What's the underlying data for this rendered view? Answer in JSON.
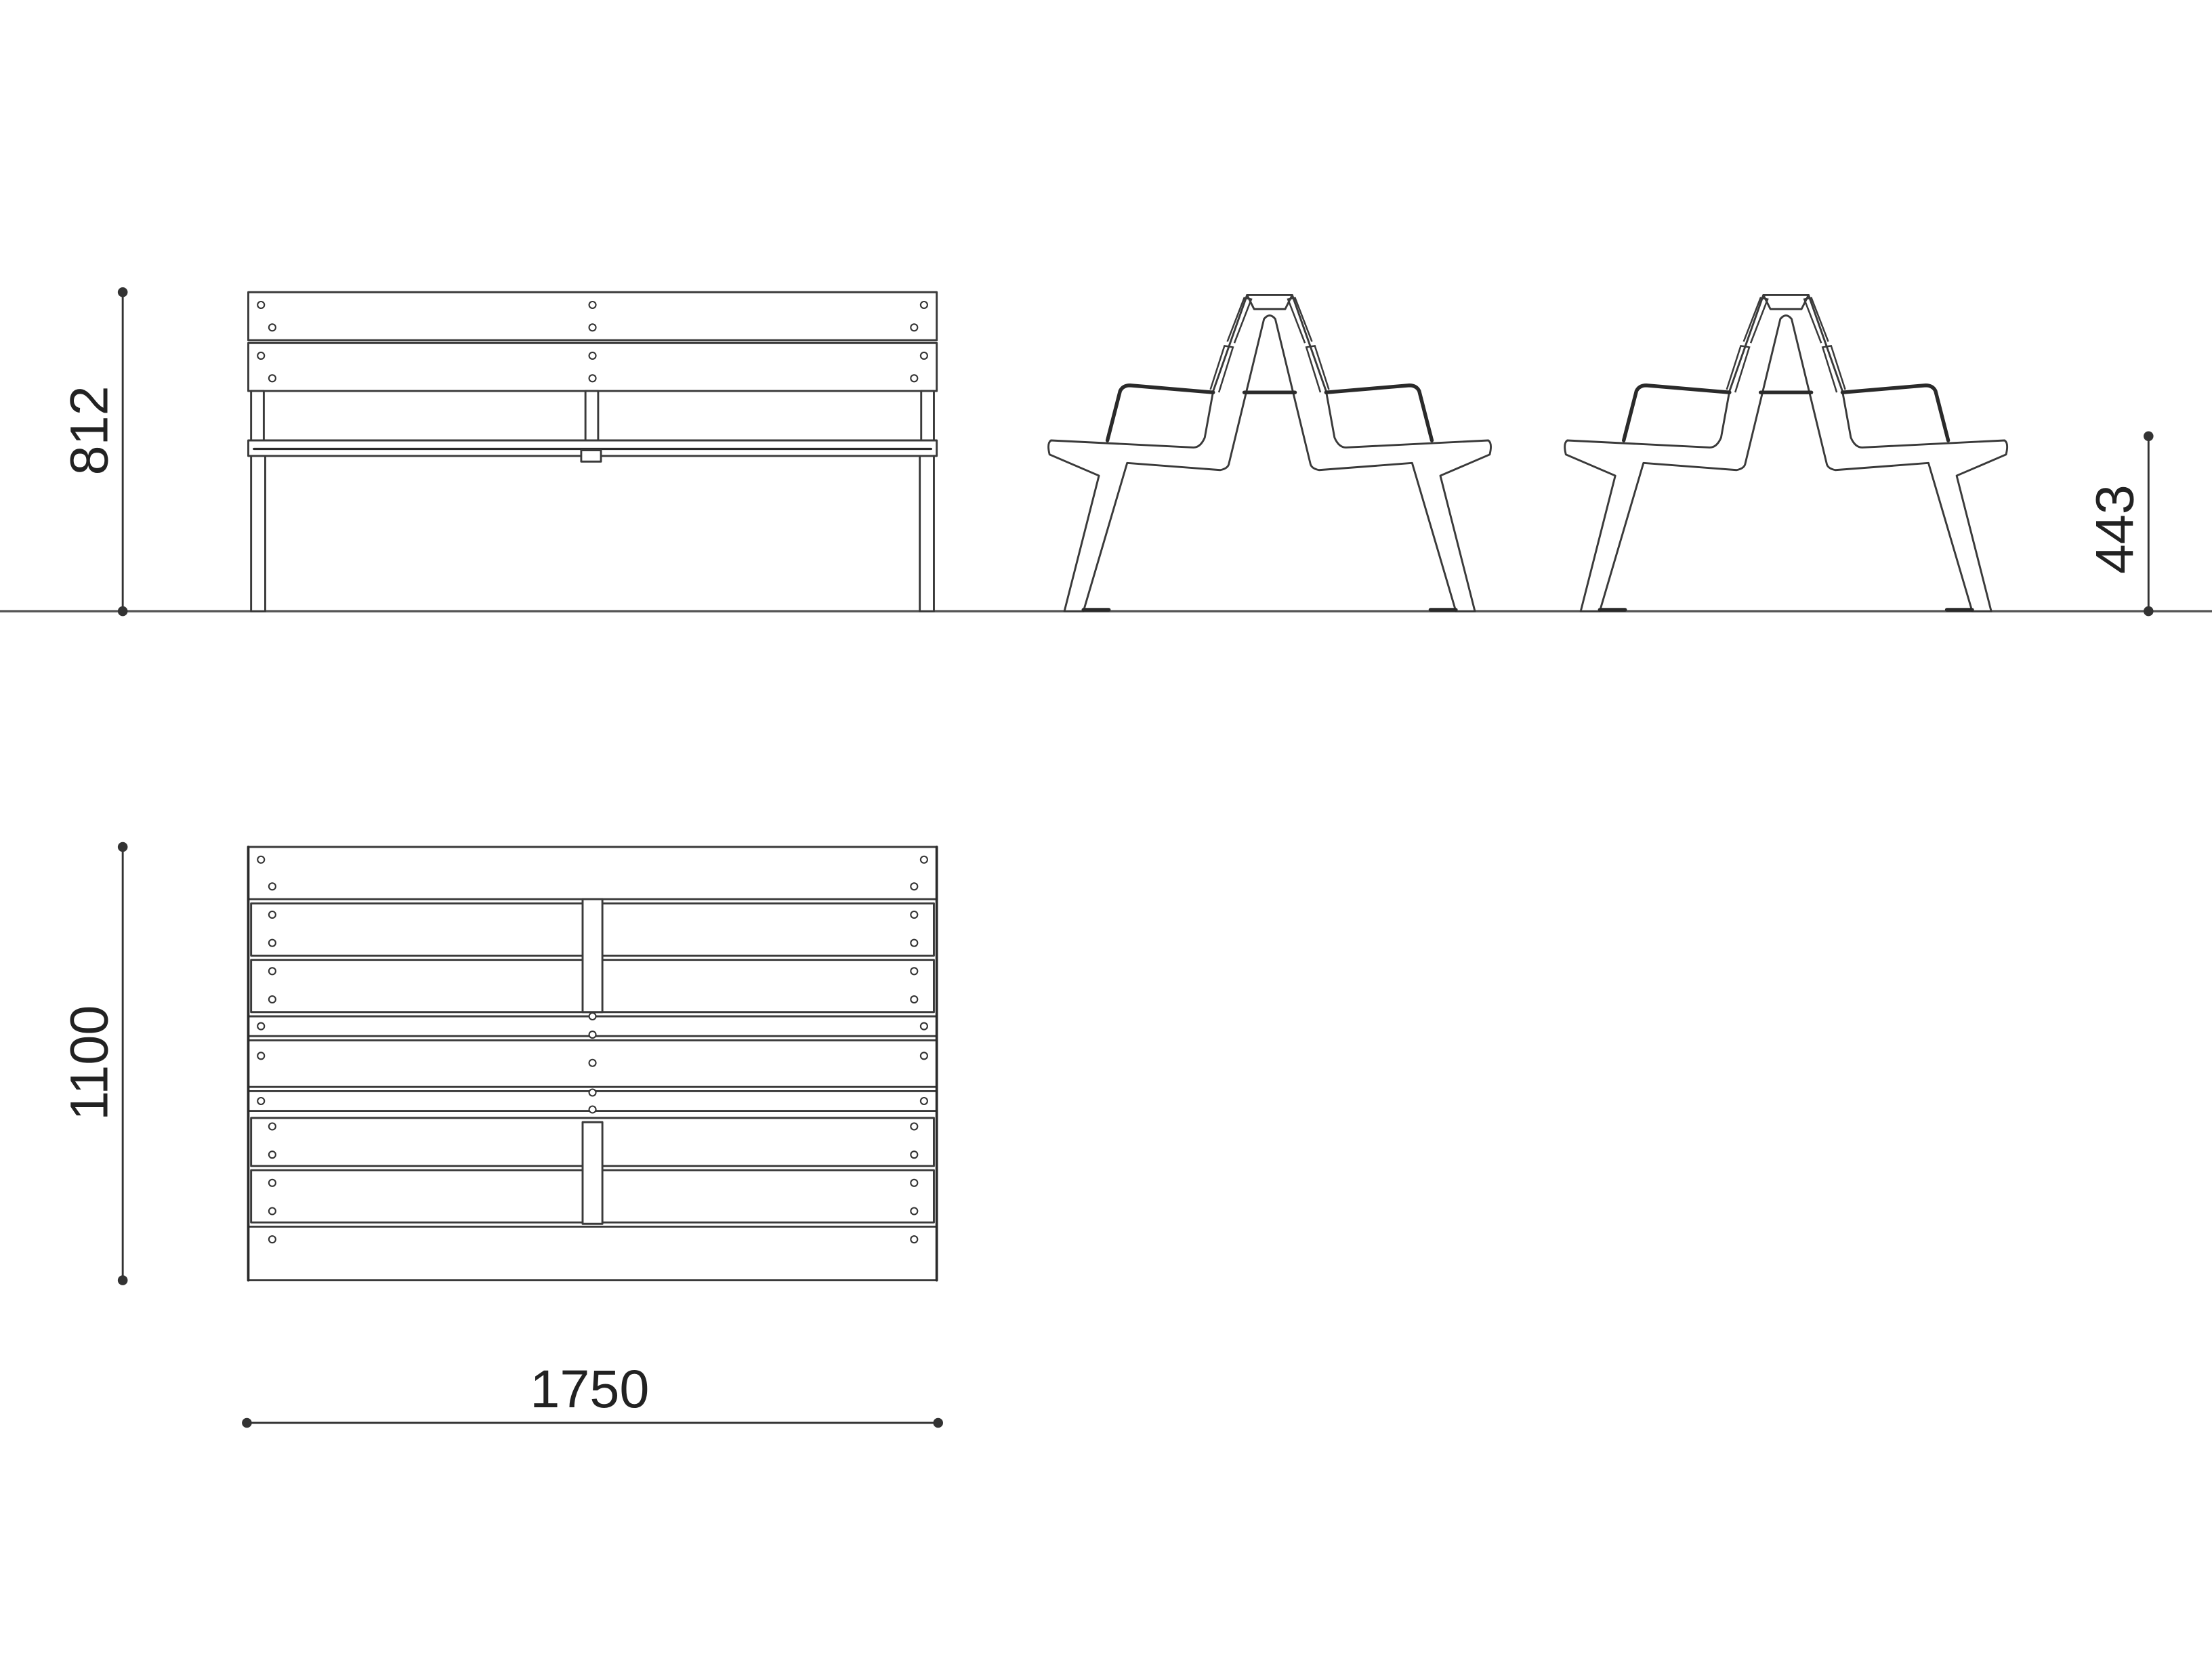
{
  "drawing": {
    "front_view": {
      "height_dimension": "812"
    },
    "side_view": {
      "seat_height_dimension": "443"
    },
    "plan_view": {
      "depth_dimension": "1100",
      "width_dimension": "1750"
    }
  },
  "colors": {
    "line": "#3a3a3a",
    "background": "#ffffff"
  }
}
